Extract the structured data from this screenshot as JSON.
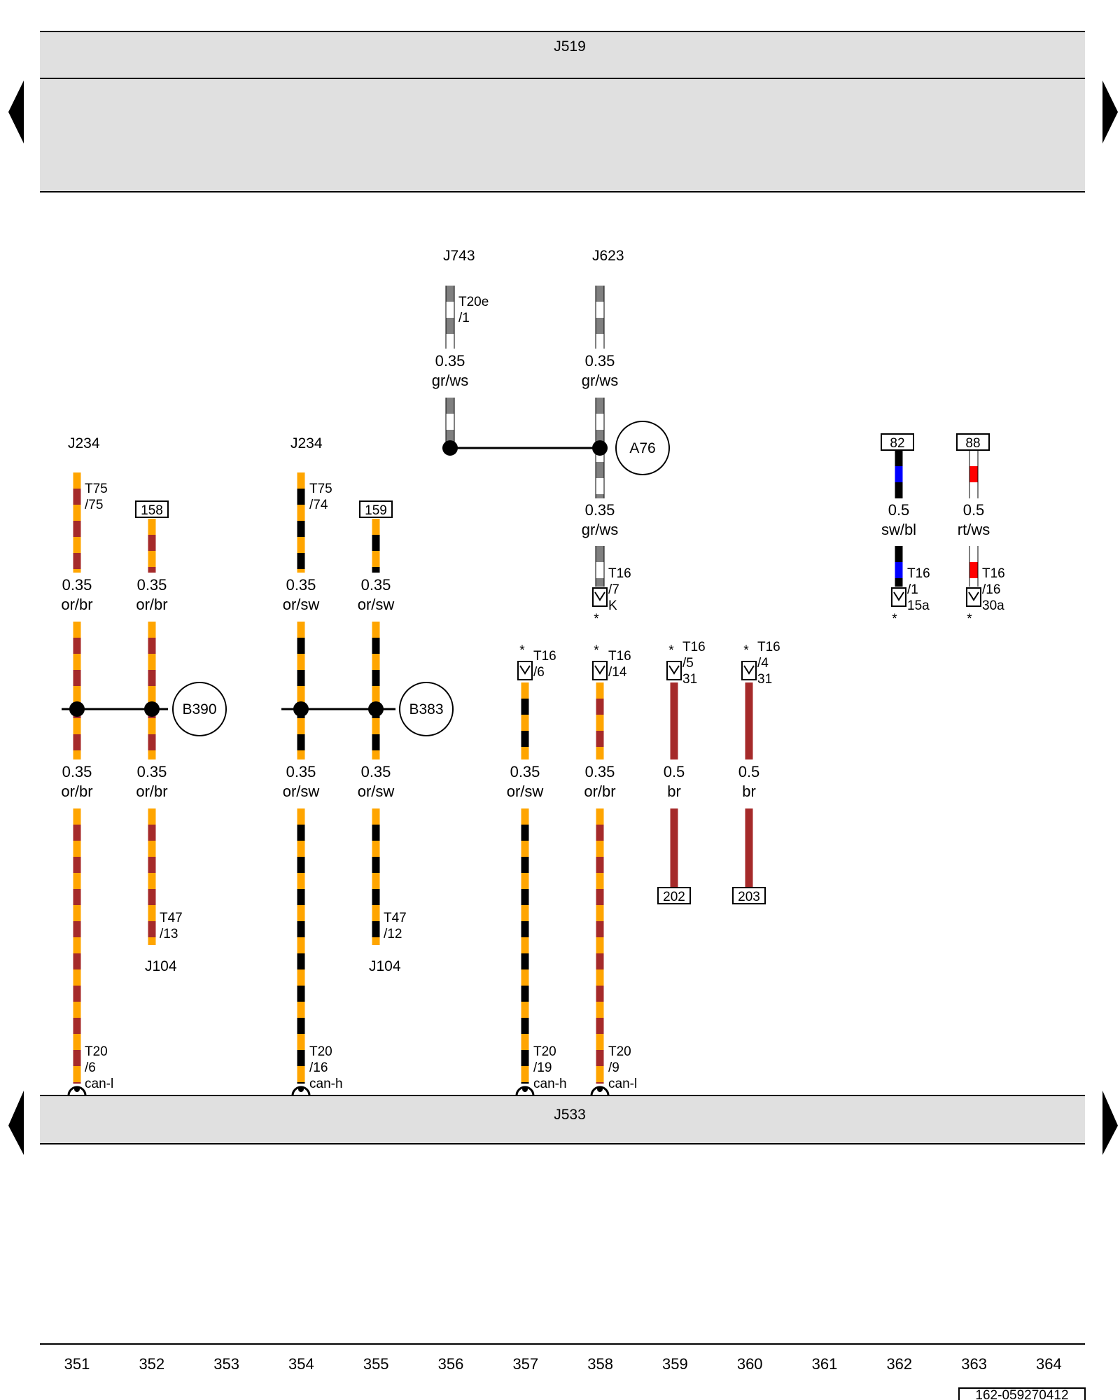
{
  "colors": {
    "or": "#FFA500",
    "br": "#A52A2A",
    "sw": "#000000",
    "gr": "#808080",
    "ws": "#FFFFFF",
    "bl": "#0000FF",
    "rt": "#FF0000",
    "panel": "#E0E0E0"
  },
  "components": {
    "J519": "J519",
    "J533": "J533",
    "J743": "J743",
    "J623": "J623",
    "J234_a": "J234",
    "J234_b": "J234",
    "J104_a": "J104",
    "J104_b": "J104",
    "A76": "A76",
    "B390": "B390",
    "B383": "B383"
  },
  "wire_specs": {
    "or_br": {
      "size": "0.35",
      "color": "or/br"
    },
    "or_sw": {
      "size": "0.35",
      "color": "or/sw"
    },
    "gr_ws": {
      "size": "0.35",
      "color": "gr/ws"
    },
    "br": {
      "size": "0.5",
      "color": "br"
    },
    "sw_bl": {
      "size": "0.5",
      "color": "sw/bl"
    },
    "rt_ws": {
      "size": "0.5",
      "color": "rt/ws"
    }
  },
  "connectors": {
    "c_t75_75": {
      "name": "T75",
      "pin": "/75"
    },
    "c_t75_74": {
      "name": "T75",
      "pin": "/74"
    },
    "c_t47_13": {
      "name": "T47",
      "pin": "/13"
    },
    "c_t47_12": {
      "name": "T47",
      "pin": "/12"
    },
    "c_t20e_1": {
      "name": "T20e",
      "pin": "/1"
    },
    "c_t16_7": {
      "name": "T16",
      "pin": "/7",
      "sub": "K"
    },
    "c_t16_6": {
      "name": "T16",
      "pin": "/6"
    },
    "c_t16_14": {
      "name": "T16",
      "pin": "/14"
    },
    "c_t16_5": {
      "name": "T16",
      "pin": "/5",
      "sub": "31"
    },
    "c_t16_4": {
      "name": "T16",
      "pin": "/4",
      "sub": "31"
    },
    "c_t16_1": {
      "name": "T16",
      "pin": "/1",
      "sub": "15a"
    },
    "c_t16_16": {
      "name": "T16",
      "pin": "/16",
      "sub": "30a"
    },
    "c_t20_6": {
      "name": "T20",
      "pin": "/6",
      "sub": "can-l"
    },
    "c_t20_16": {
      "name": "T20",
      "pin": "/16",
      "sub": "can-h"
    },
    "c_t20_19": {
      "name": "T20",
      "pin": "/19",
      "sub": "can-h"
    },
    "c_t20_9": {
      "name": "T20",
      "pin": "/9",
      "sub": "can-l"
    }
  },
  "refs": {
    "r158": "158",
    "r159": "159",
    "r202": "202",
    "r203": "203",
    "r82": "82",
    "r88": "88"
  },
  "asterisk": "*",
  "columns": [
    "351",
    "352",
    "353",
    "354",
    "355",
    "356",
    "357",
    "358",
    "359",
    "360",
    "361",
    "362",
    "363",
    "364"
  ],
  "doc_id": "162-059270412"
}
